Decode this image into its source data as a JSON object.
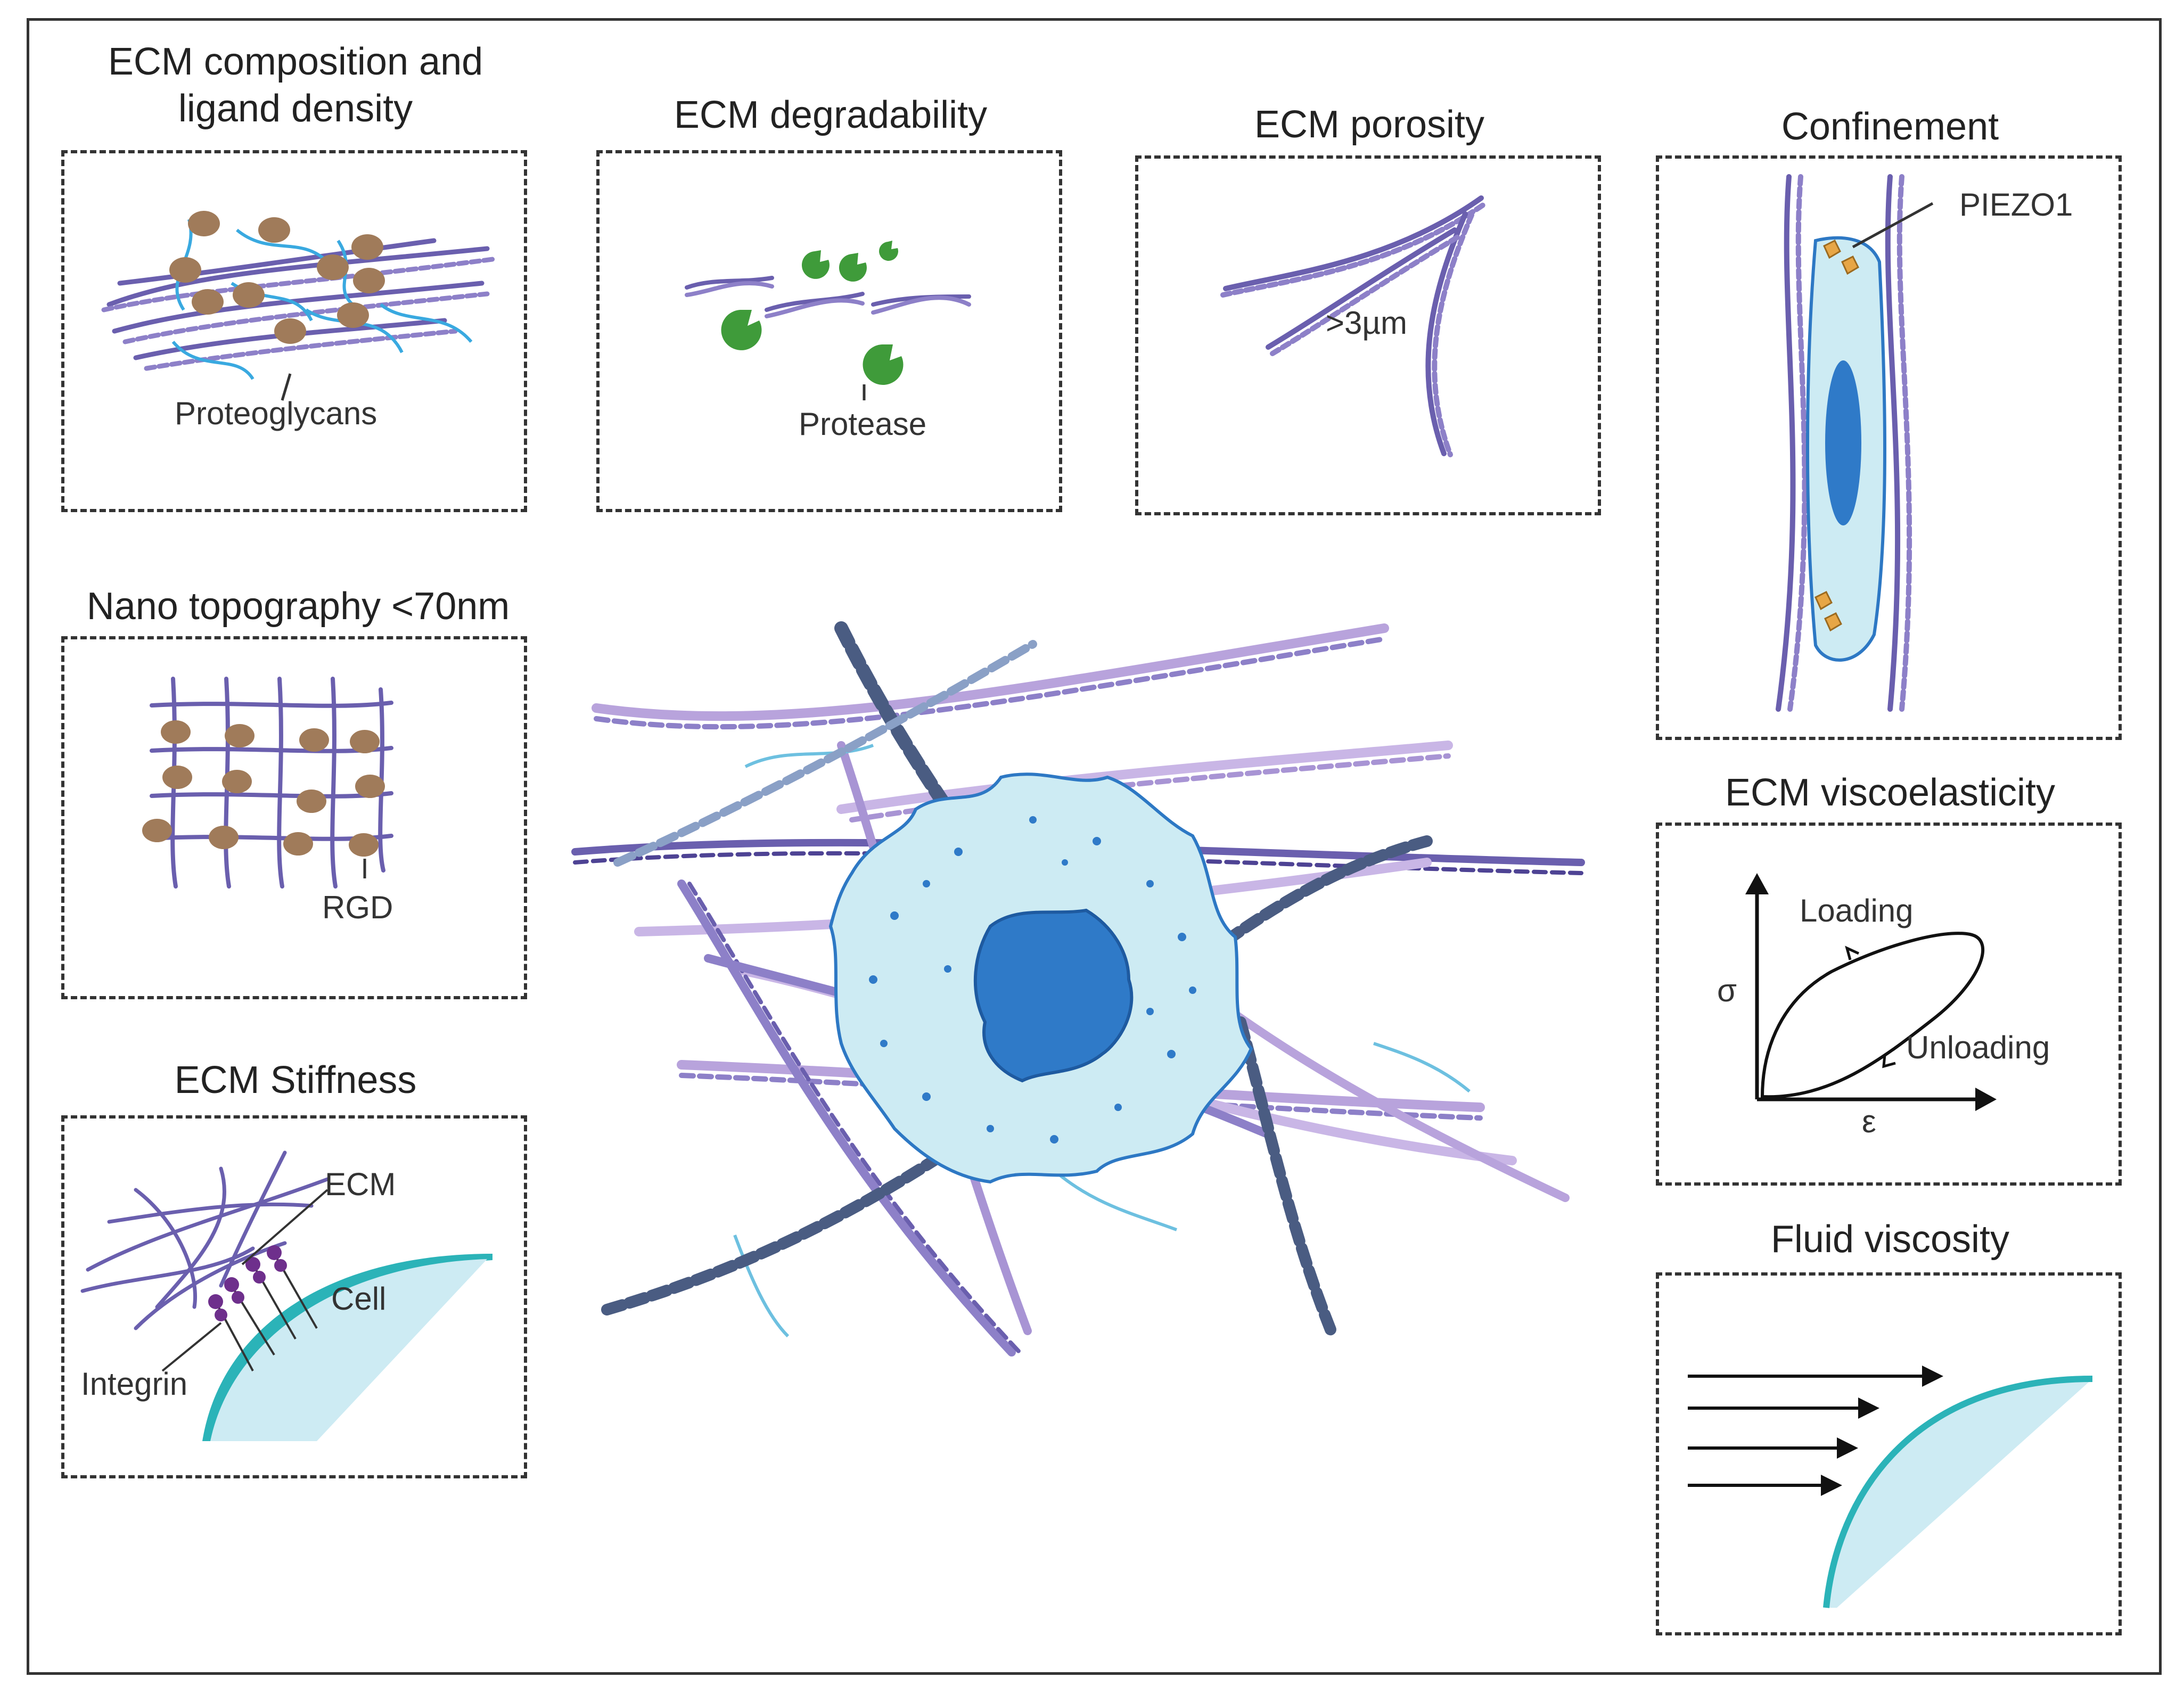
{
  "panels": {
    "composition": {
      "title_line1": "ECM composition and",
      "title_line2": "ligand density",
      "label": "Proteoglycans"
    },
    "degradability": {
      "title": "ECM degradability",
      "label": "Protease"
    },
    "porosity": {
      "title": "ECM porosity",
      "label": ">3µm"
    },
    "confinement": {
      "title": "Confinement",
      "label": "PIEZO1"
    },
    "nanotopography": {
      "title": "Nano topography <70nm",
      "label": "RGD"
    },
    "viscoelasticity": {
      "title": "ECM viscoelasticity",
      "y_axis": "σ",
      "x_axis": "ε",
      "loading": "Loading",
      "unloading": "Unloading"
    },
    "stiffness": {
      "title": "ECM Stiffness",
      "ecm_label": "ECM",
      "cell_label": "Cell",
      "integrin_label": "Integrin"
    },
    "fluid_viscosity": {
      "title": "Fluid viscosity"
    }
  },
  "colors": {
    "fiber": "#6a5fae",
    "fiber_light": "#b8a3dc",
    "proteoglycan": "#39a9e0",
    "ligand": "#a07b5a",
    "protease": "#3f9b3a",
    "cytoplasm": "#cdebf3",
    "cell_outline": "#2d78c4",
    "nucleus": "#2f7ac8",
    "piezo": "#e7a646",
    "integrin": "#6e2f8c",
    "beads": "#4a5c82"
  }
}
